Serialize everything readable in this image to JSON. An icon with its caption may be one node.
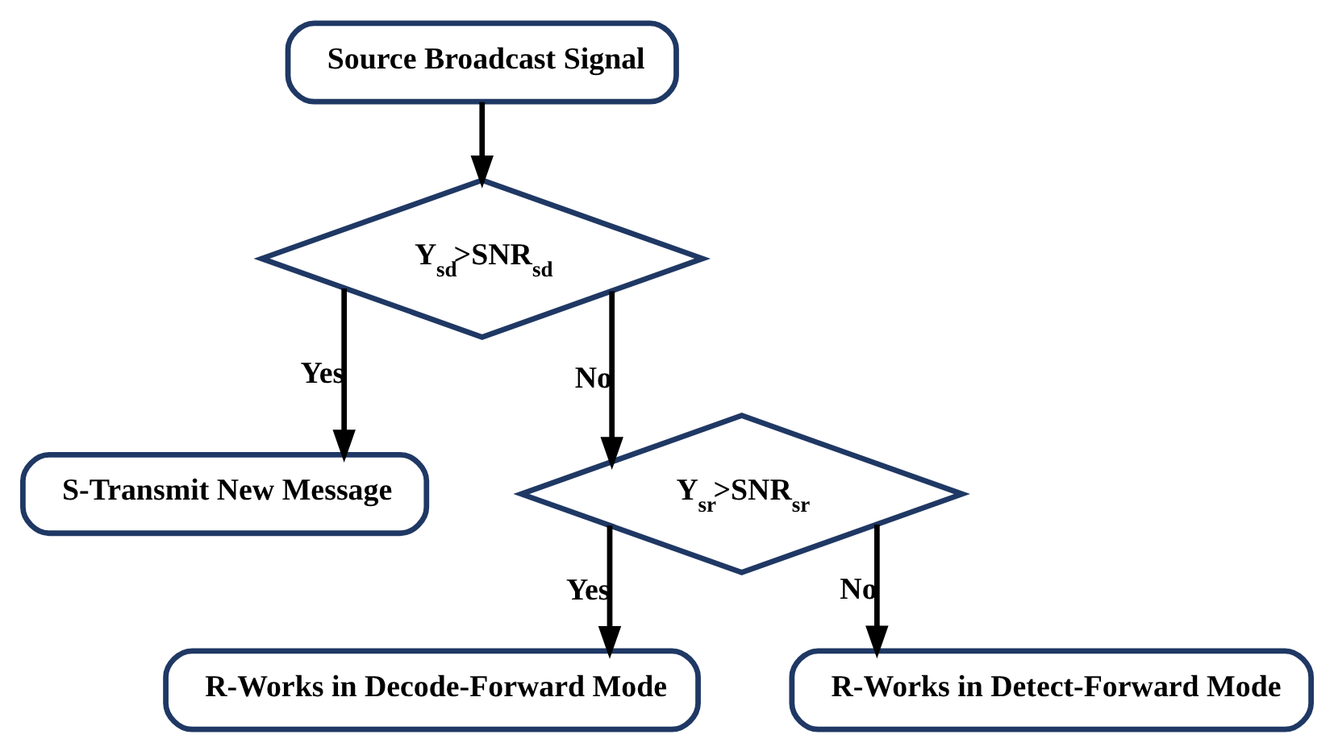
{
  "diagram": {
    "nodes": [
      {
        "text": [
          "Source Broadcast Signal"
        ]
      },
      {
        "text": [
          "Y$_{sd}$>SNR$_{sd}$"
        ]
      },
      {
        "text": [
          "S-Transmit New Message"
        ]
      },
      {
        "text": [
          "Y$_{sr}$>SNR$_{sr}$"
        ]
      },
      {
        "text": [
          "R-Works in Decode-Forward Mode"
        ]
      },
      {
        "text": [
          "R-Works in Detect-Forward Mode"
        ]
      }
    ],
    "edges": [
      {
        "from": 0,
        "to": 1,
        "arrow": "to"
      },
      {
        "from": 1,
        "to": 2,
        "arrow": "to",
        "label": "Yes"
      },
      {
        "from": 1,
        "to": 3,
        "arrow": "to",
        "label": "No"
      },
      {
        "from": 3,
        "to": 4,
        "arrow": "to",
        "label": "Yes"
      },
      {
        "from": 3,
        "to": 5,
        "arrow": "to",
        "label": "No"
      }
    ]
  }
}
